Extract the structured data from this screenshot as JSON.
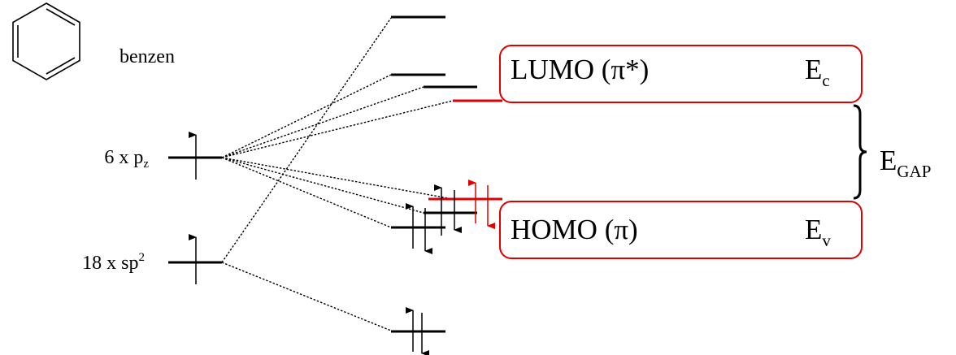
{
  "molecule": {
    "name": "benzen"
  },
  "atomic_orbitals": {
    "pz": {
      "prefix": "6 x p",
      "sub": "z"
    },
    "sp2": {
      "prefix": "18 x sp",
      "sup": "2"
    }
  },
  "frontier_orbitals": {
    "lumo": {
      "name": "LUMO (π*)",
      "energy_symbol": "E",
      "energy_sub": "c"
    },
    "homo": {
      "name": "HOMO (π)",
      "energy_symbol": "E",
      "energy_sub": "v"
    }
  },
  "gap": {
    "symbol": "E",
    "sub": "GAP"
  },
  "colors": {
    "frontier": "#e00000",
    "line": "#000000"
  }
}
